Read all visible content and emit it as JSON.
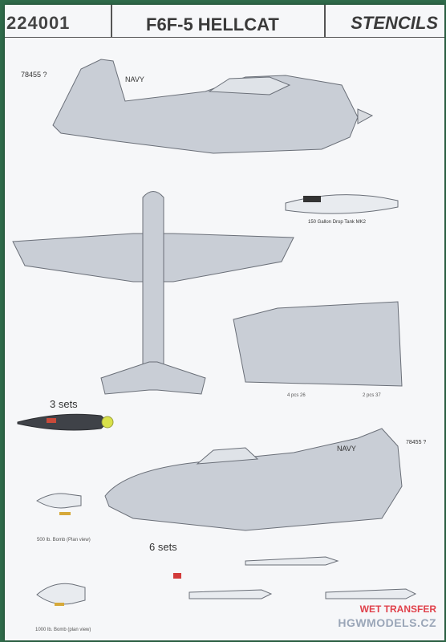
{
  "header": {
    "code": "224001",
    "title": "F6F-5 HELLCAT",
    "right_title": "STENCILS"
  },
  "markings": {
    "navy": "NAVY",
    "serial": "78455 ?",
    "drop_tank": "150 Gallon Drop Tank MK2",
    "sets_3": "3 sets",
    "sets_6": "6 sets",
    "bomb_500": "500 lb. Bomb (Plan view)",
    "bomb_1000": "1000 lb. Bomb (plan view)",
    "pcs_4": "4 pcs 26",
    "pcs_2": "2 pcs 37"
  },
  "footer": {
    "line1": "WET TRANSFER",
    "line2": "HGWMODELS.CZ"
  },
  "colors": {
    "aircraft_fill": "#c9ced6",
    "lines": "#6a6f78",
    "accent_red": "#d23b3b"
  }
}
